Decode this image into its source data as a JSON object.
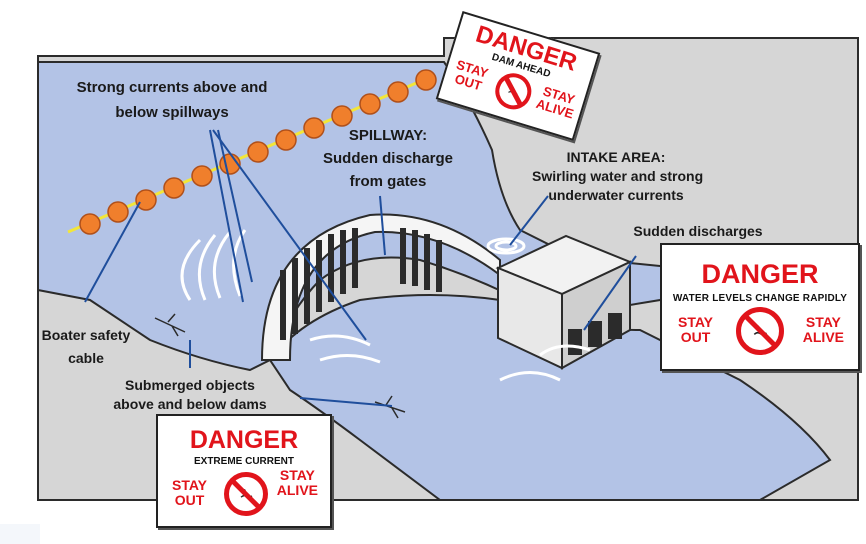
{
  "labels": {
    "currents": [
      "Strong currents above and",
      "below spillways"
    ],
    "spillway_title": "SPILLWAY:",
    "spillway_body": [
      "Sudden discharge",
      "from gates"
    ],
    "intake_title": "INTAKE AREA:",
    "intake_body": [
      "Swirling water and strong",
      "underwater currents"
    ],
    "sudden": "Sudden discharges",
    "boater": [
      "Boater safety",
      "cable"
    ],
    "submerged": [
      "Submerged objects",
      "above and below dams"
    ]
  },
  "signs": {
    "dam_ahead": {
      "title": "DANGER",
      "subtitle": "DAM AHEAD",
      "left": [
        "STAY",
        "OUT"
      ],
      "right": [
        "STAY",
        "ALIVE"
      ],
      "symbol": "no-swimming-icon"
    },
    "water_levels": {
      "title": "DANGER",
      "subtitle": "WATER LEVELS CHANGE RAPIDLY",
      "left": [
        "STAY",
        "OUT"
      ],
      "right": [
        "STAY",
        "ALIVE"
      ],
      "symbol": "no-swimming-icon"
    },
    "extreme_current": {
      "title": "DANGER",
      "subtitle": "EXTREME CURRENT",
      "left": [
        "STAY",
        "OUT"
      ],
      "right": [
        "STAY",
        "ALIVE"
      ],
      "symbol": "no-swimming-icon"
    }
  },
  "colors": {
    "water": "#b3c3e6",
    "land": "#d6d6d6",
    "outline": "#2b2b2b",
    "danger_red": "#e1141b",
    "buoy": "#f07f2c",
    "cable": "#f2e63a",
    "leader": "#1f4e9c"
  }
}
